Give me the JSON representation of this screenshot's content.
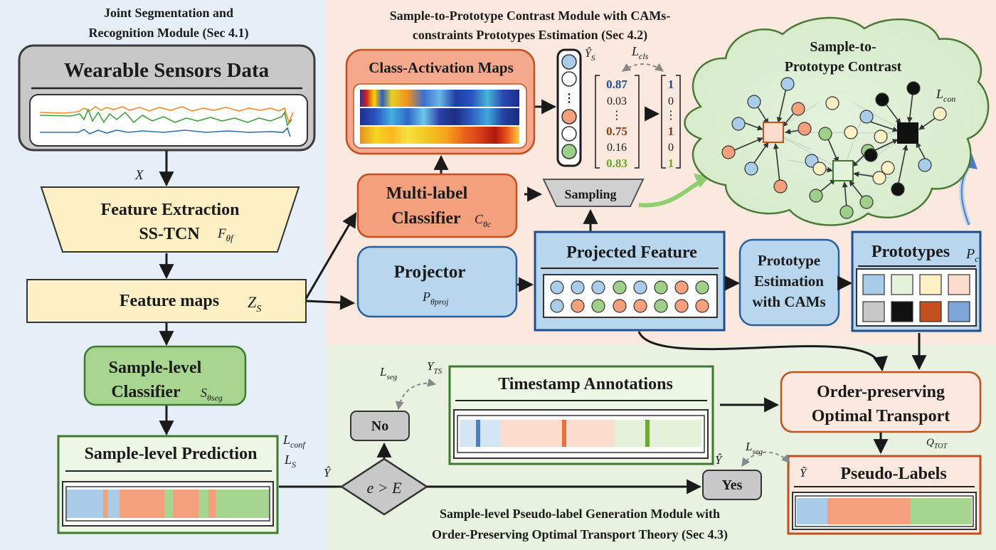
{
  "modules": {
    "joint": {
      "title_line1": "Joint Segmentation and",
      "title_line2": "Recognition Module (Sec 4.1)"
    },
    "contrast": {
      "title_line1": "Sample-to-Prototype Contrast Module with CAMs-",
      "title_line2": "constraints Prototypes Estimation (Sec 4.2)"
    },
    "pseudo": {
      "title_line1": "Sample-level Pseudo-label Generation Module with",
      "title_line2": "Order-Preserving Optimal Transport Theory (Sec 4.3)"
    }
  },
  "blocks": {
    "sensors": "Wearable Sensors Data",
    "feature_extraction_1": "Feature Extraction",
    "feature_extraction_2": "SS-TCN",
    "feature_maps": "Feature maps",
    "sample_classifier_1": "Sample-level",
    "sample_classifier_2": "Classifier",
    "sample_prediction": "Sample-level Prediction",
    "cam": "Class-Activation Maps",
    "multilabel_1": "Multi-label",
    "multilabel_2": "Classifier",
    "projector": "Projector",
    "sampling": "Sampling",
    "projected_feature": "Projected Feature",
    "proto_est_1": "Prototype",
    "proto_est_2": "Estimation",
    "proto_est_3": "with CAMs",
    "prototypes": "Prototypes",
    "contrast_1": "Sample-to-",
    "contrast_2": "Prototype Contrast",
    "timestamp": "Timestamp Annotations",
    "opot_1": "Order-preserving",
    "opot_2": "Optimal Transport",
    "pseudo_labels": "Pseudo-Labels",
    "no": "No",
    "yes": "Yes",
    "cond": "e > E"
  },
  "symbols": {
    "X": "X",
    "F": "F",
    "F_sub": "θf",
    "Z": "Z",
    "Z_sub": "S",
    "S": "S",
    "S_sub": "θseg",
    "C": "C",
    "C_sub": "θc",
    "P": "P",
    "P_sub": "θproj",
    "Pc": "P",
    "Pc_sub": "c",
    "Yhat_S": "Ŷ",
    "Yhat_S_sub": "S",
    "L_cls": "L",
    "L_cls_sub": "cls",
    "L_con": "L",
    "L_con_sub": "con",
    "L_seg_1": "L",
    "L_seg_1_sub": "seg",
    "Y_TS": "Y",
    "Y_TS_sub": "TS",
    "L_conf": "L",
    "L_conf_sub": "conf",
    "L_S": "L",
    "L_S_sub": "S",
    "Yhat_1": "Ŷ",
    "Yhat_2": "Ŷ",
    "L_seg_2": "L",
    "L_seg_2_sub": "seg",
    "Q_TOT": "Q",
    "Q_TOT_sub": "TOT",
    "Ytilde": "Ỹ"
  },
  "scores": {
    "values": [
      "0.87",
      "0.03",
      "⋮",
      "0.75",
      "0.16",
      "0.83"
    ],
    "labels": [
      "1",
      "0",
      "⋮",
      "1",
      "0",
      "1"
    ]
  },
  "colors": {
    "left_bg": "#e6eef8",
    "top_bg": "#fbe9df",
    "bottom_bg": "#e9f2e0",
    "blue": "#b9d6ef",
    "orange": "#f4a98c",
    "green": "#9fd08a",
    "yellow": "#fdf0c4",
    "dark_orange": "#c4501f",
    "dark_blue": "#1f4e8c"
  }
}
